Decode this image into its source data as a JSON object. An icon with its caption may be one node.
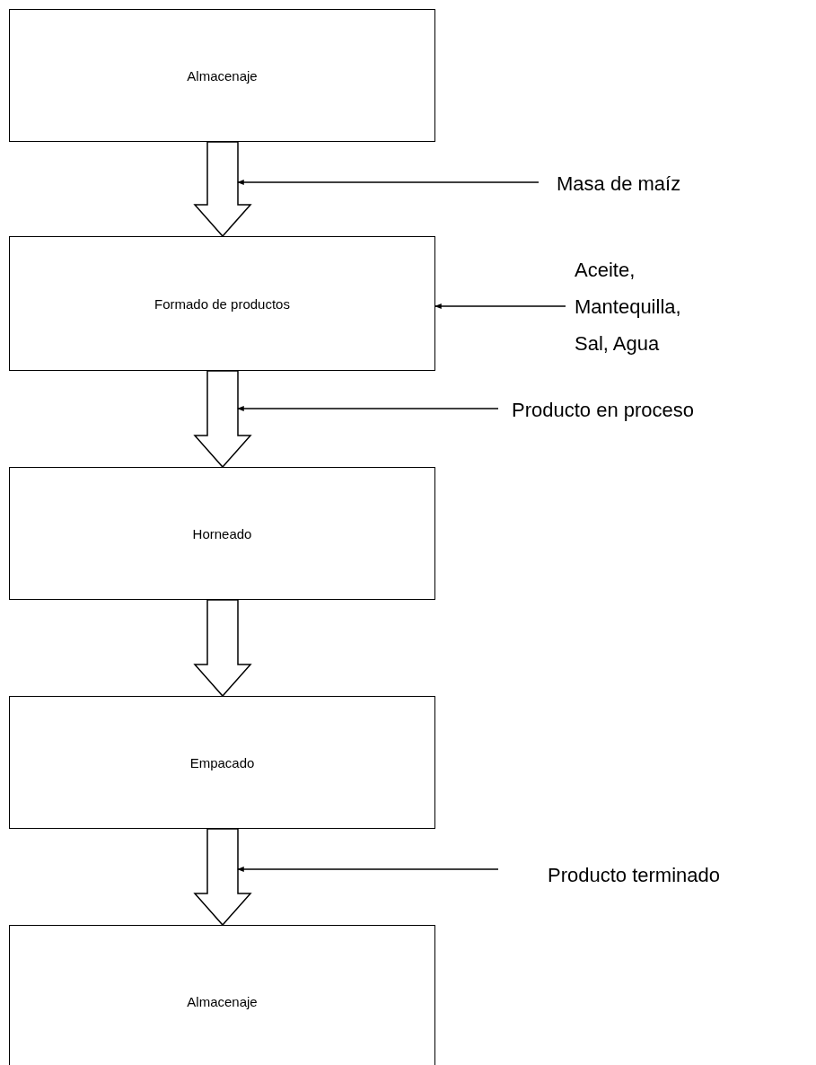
{
  "diagram": {
    "nodes": [
      {
        "text": [
          "Almacenaje"
        ]
      },
      {
        "text": [
          "Formado de productos"
        ]
      },
      {
        "text": [
          "Horneado"
        ]
      },
      {
        "text": [
          "Empacado"
        ]
      },
      {
        "text": [
          "Almacenaje"
        ]
      },
      {
        "text": [
          "Masa de maíz"
        ]
      },
      {
        "text": [
          "Aceite, Mantequilla, Sal, Agua"
        ]
      },
      {
        "text": [
          "Producto en proceso"
        ]
      },
      {
        "text": [
          "Producto terminado"
        ]
      }
    ],
    "edges": [
      {
        "from": 0,
        "to": 1,
        "arrow": "to",
        "style": "thick"
      },
      {
        "from": 1,
        "to": 2,
        "arrow": "to",
        "style": "thick"
      },
      {
        "from": 2,
        "to": 3,
        "arrow": "to",
        "style": "thick"
      },
      {
        "from": 3,
        "to": 4,
        "arrow": "to",
        "style": "thick"
      },
      {
        "from": 5,
        "to": null,
        "arrow": "to"
      },
      {
        "from": 6,
        "to": 1,
        "arrow": "to"
      },
      {
        "from": 7,
        "to": null,
        "arrow": "to"
      },
      {
        "from": 8,
        "to": null,
        "arrow": "to"
      }
    ]
  }
}
